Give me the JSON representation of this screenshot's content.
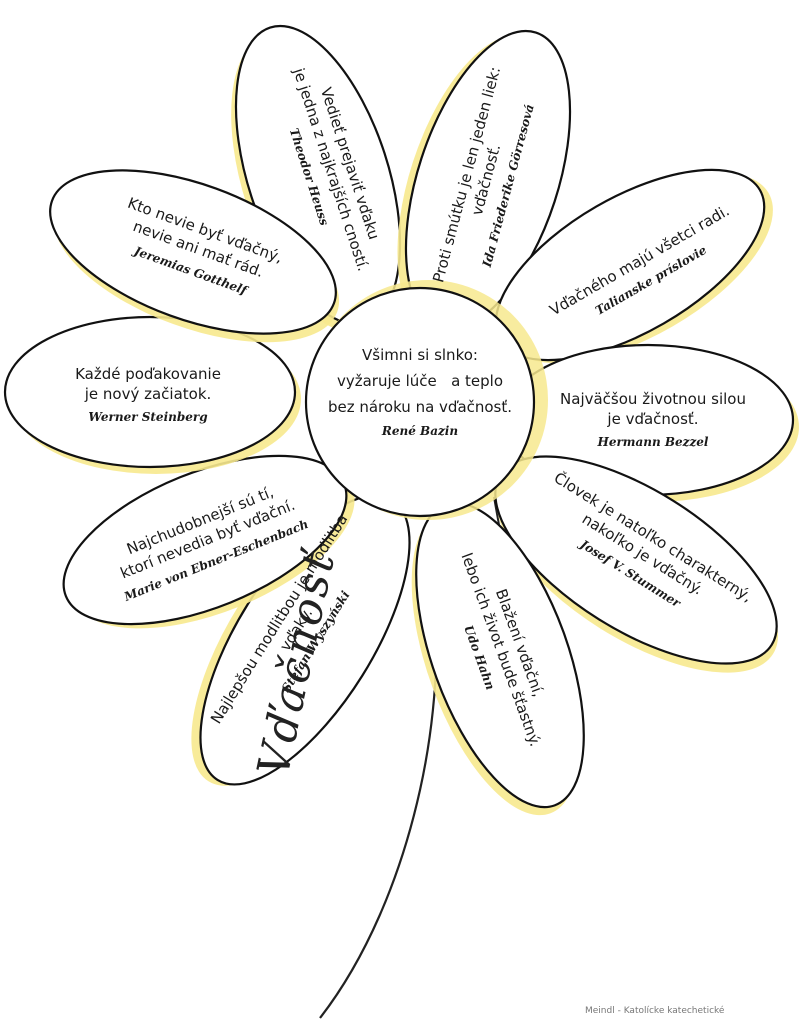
{
  "center": {
    "line1": "Všimni si slnko:",
    "line2": "vyžaruje lúče   a teplo",
    "line3": "bez nároku na vďačnosť.",
    "author": "René Bazin"
  },
  "petals": [
    {
      "quote": [
        "Vedieť prejaviť vďaku",
        "je jedna z najkrajších cností."
      ],
      "author": "Theodor Heuss"
    },
    {
      "quote": [
        "Proti smútku je len jeden liek:",
        "vďačnosť."
      ],
      "author": "Ida Friederike Görresová"
    },
    {
      "quote": [
        "Vďačného majú všetci radi."
      ],
      "author": "Talianske príslovie"
    },
    {
      "quote": [
        "Najväčšou životnou silou",
        "je vďačnosť."
      ],
      "author": "Hermann Bezzel"
    },
    {
      "quote": [
        "Človek je natoľko charakterný,",
        "nakoľko je vďačný."
      ],
      "author": "Josef V. Stummer"
    },
    {
      "quote": [
        "Blažení vďační,",
        "lebo ich život bude šťastný."
      ],
      "author": "Udo Hahn"
    },
    {
      "quote": [
        "Najlepšou modlitbou je modlitba",
        "vďaky."
      ],
      "author": "Stefan Wyszyński"
    },
    {
      "quote": [
        "Najchudobnejší sú tí,",
        "ktorí nevedia byť vďační."
      ],
      "author": "Marie von Ebner-Eschenbach"
    },
    {
      "quote": [
        "Každé poďakovanie",
        "je nový začiatok."
      ],
      "author": "Werner Steinberg"
    },
    {
      "quote": [
        "Kto nevie byť vďačný,",
        "nevie ani mať rád."
      ],
      "author": "Jeremias Gotthelf"
    }
  ],
  "stem_word": "Vďačnosť",
  "footer": "Meindl - Katolícke katechetické",
  "colors": {
    "petal_fill": "#ffffff",
    "petal_outline": "#111111",
    "petal_shadow": "#f7e98e",
    "stem": "#222222"
  }
}
